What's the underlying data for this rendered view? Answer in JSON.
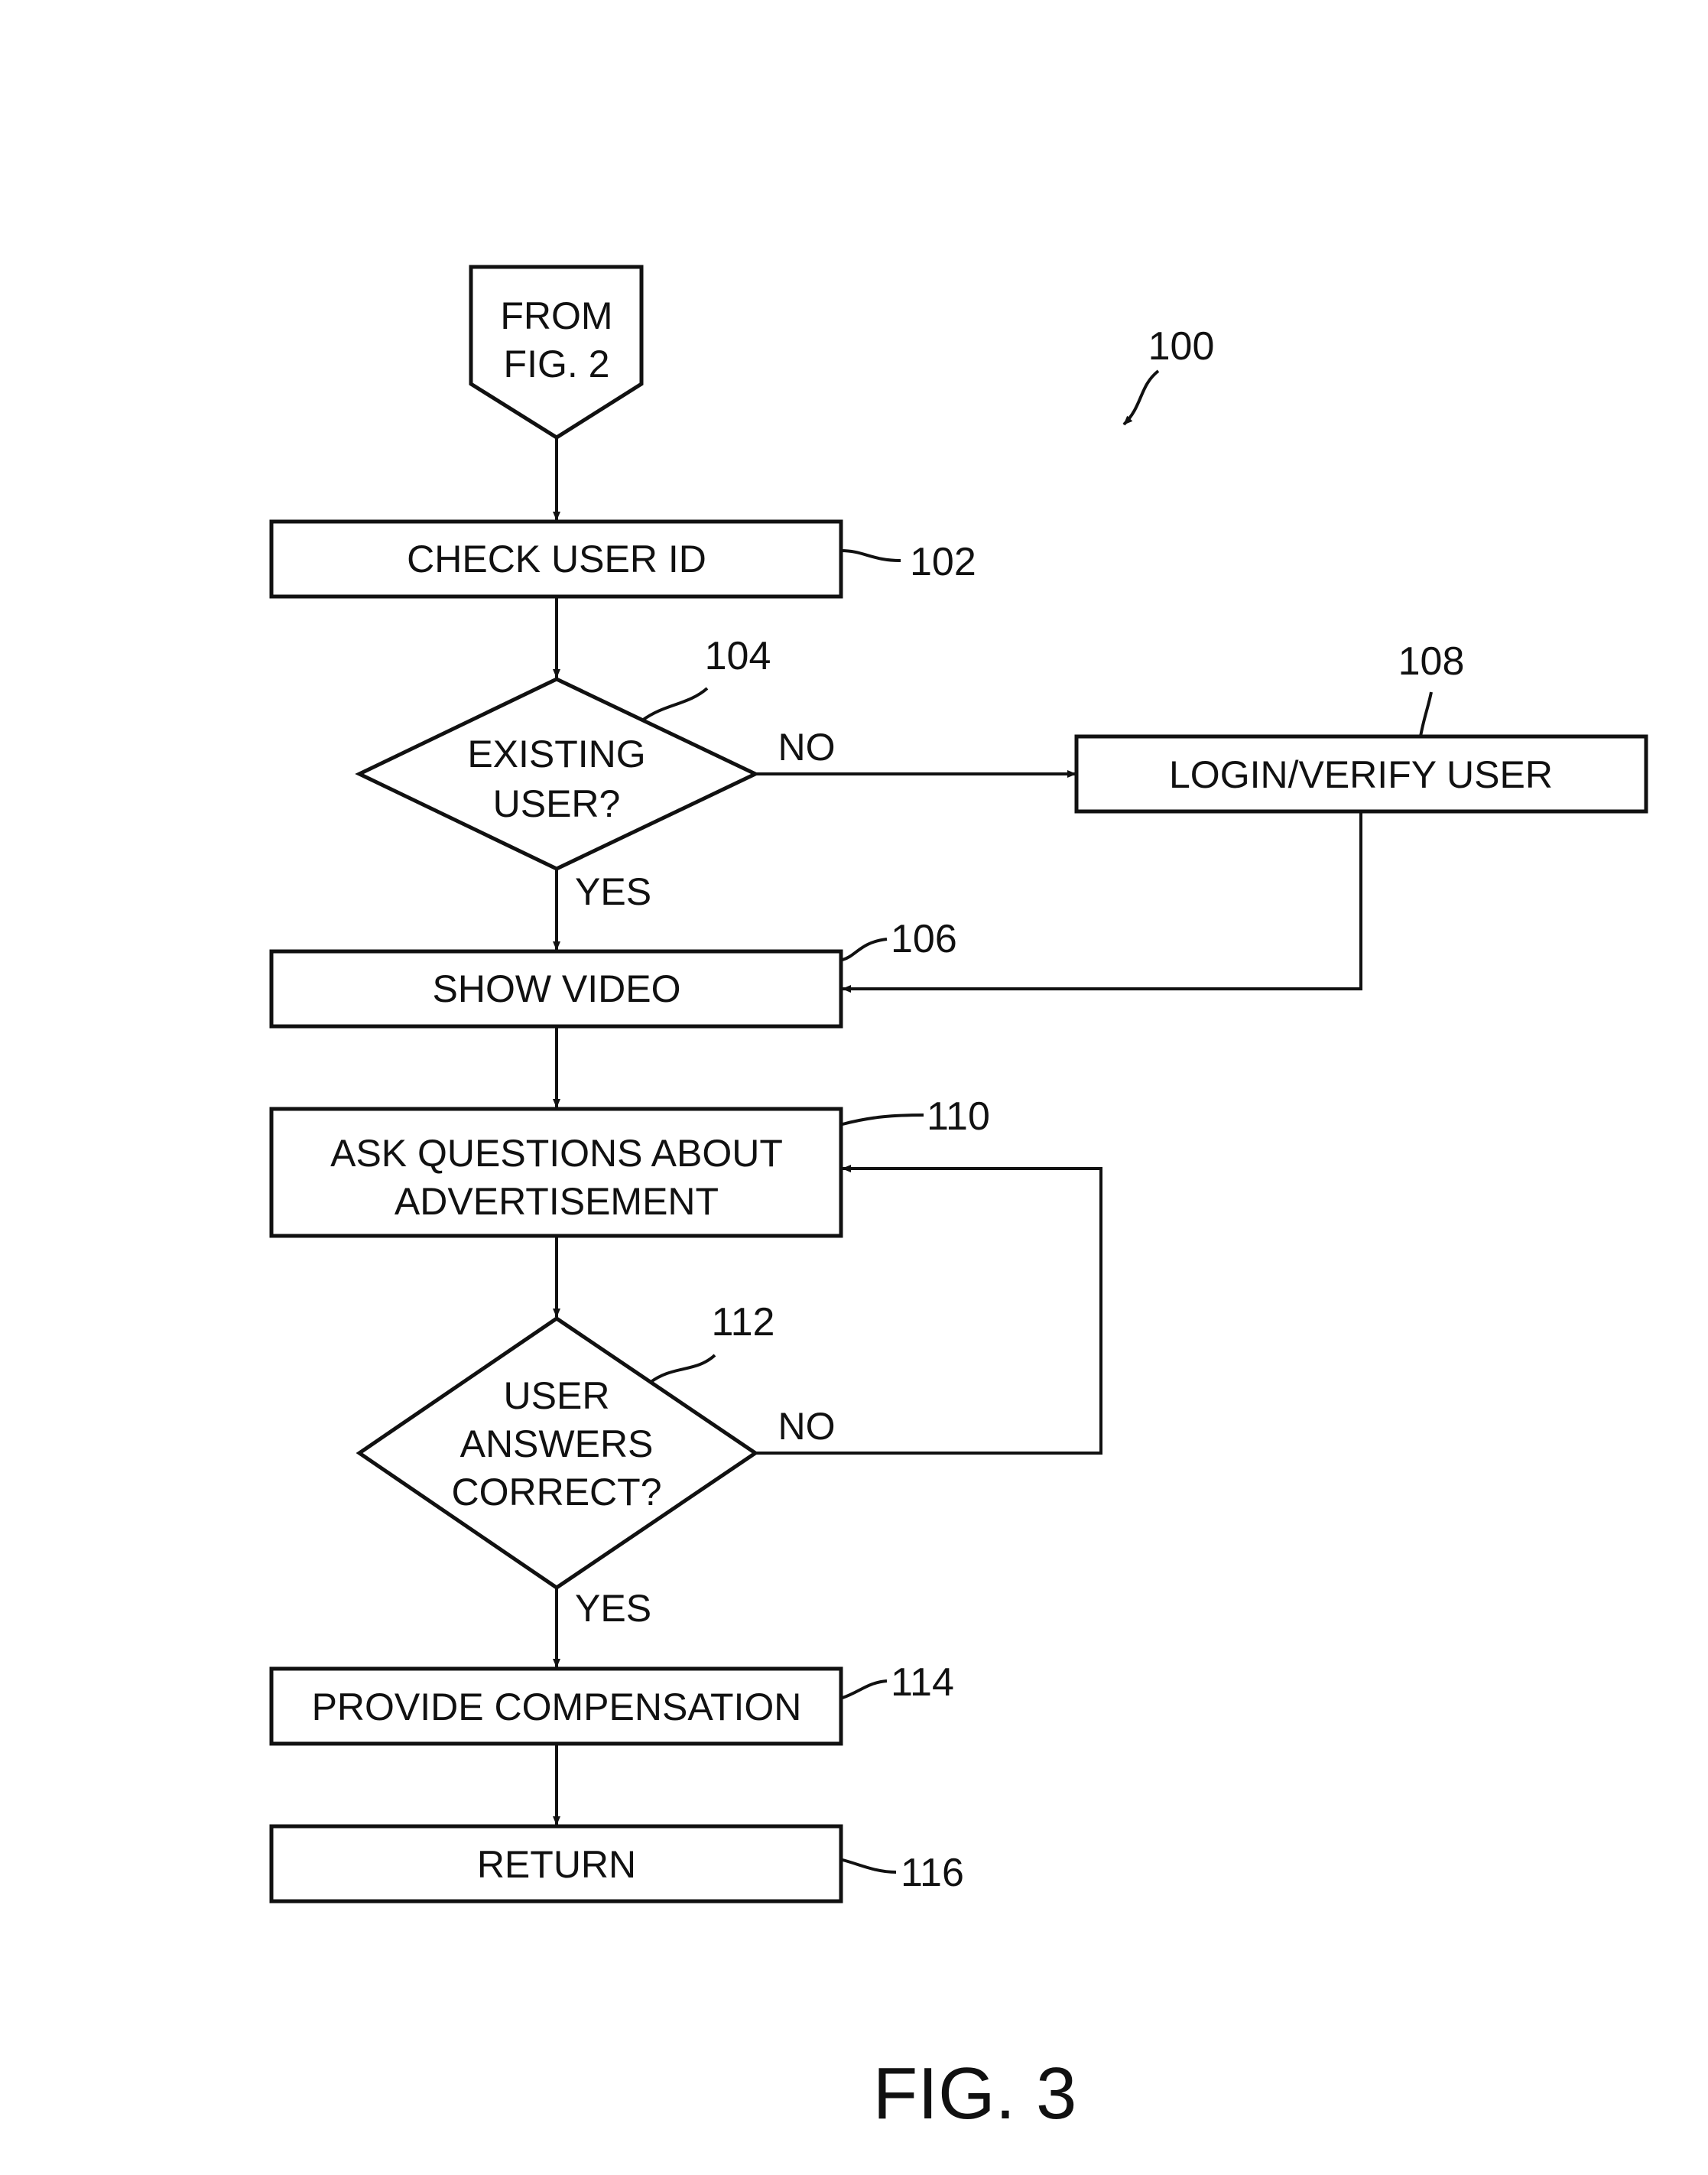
{
  "diagram": {
    "figure_label": "FIG. 3",
    "figure_ref": "100",
    "connector": {
      "line1": "FROM",
      "line2": "FIG. 2"
    },
    "steps": {
      "check_user_id": {
        "text": "CHECK USER ID",
        "ref": "102"
      },
      "existing_user": {
        "line1": "EXISTING",
        "line2": "USER?",
        "ref": "104"
      },
      "login_verify": {
        "text": "LOGIN/VERIFY USER",
        "ref": "108"
      },
      "show_video": {
        "text": "SHOW VIDEO",
        "ref": "106"
      },
      "ask_questions": {
        "line1": "ASK QUESTIONS ABOUT",
        "line2": "ADVERTISEMENT",
        "ref": "110"
      },
      "answers_correct": {
        "line1": "USER",
        "line2": "ANSWERS",
        "line3": "CORRECT?",
        "ref": "112"
      },
      "provide_compensation": {
        "text": "PROVIDE COMPENSATION",
        "ref": "114"
      },
      "return": {
        "text": "RETURN",
        "ref": "116"
      }
    },
    "edge_labels": {
      "existing_no": "NO",
      "existing_yes": "YES",
      "answers_no": "NO",
      "answers_yes": "YES"
    },
    "colors": {
      "stroke": "#111111",
      "background": "#ffffff"
    }
  }
}
